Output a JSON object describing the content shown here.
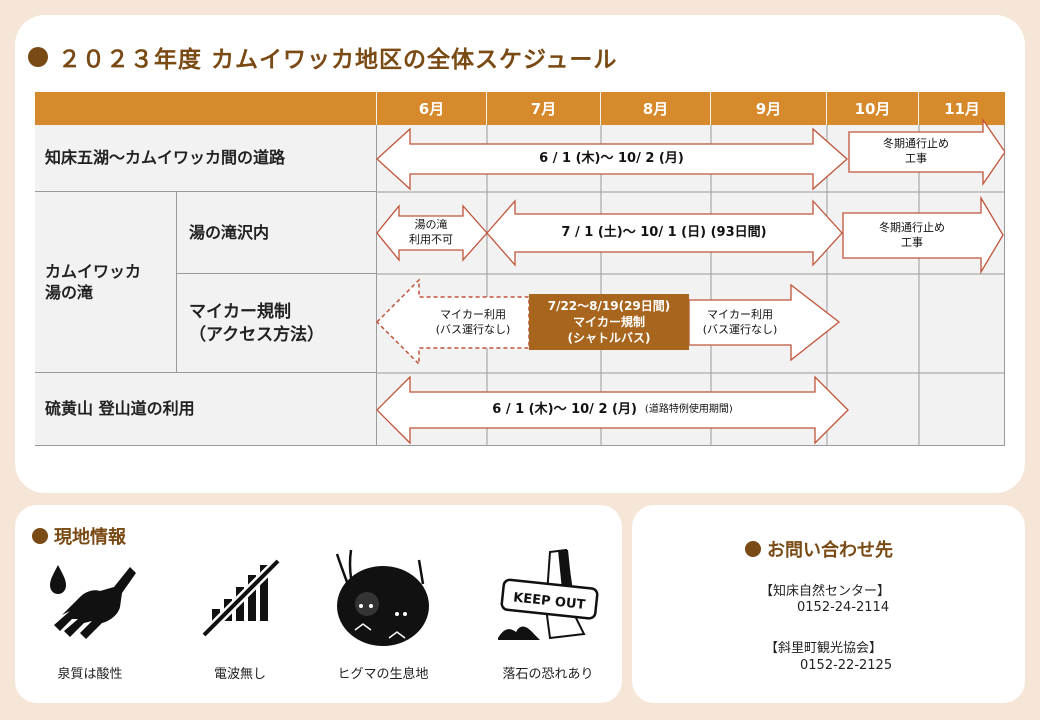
{
  "title": "２０２３年度 カムイワッカ地区の全体スケジュール",
  "months": [
    "6月",
    "7月",
    "8月",
    "9月",
    "10月",
    "11月"
  ],
  "rows": {
    "road": "知床五湖～カムイワッカ間の道路",
    "kamuiwakka": "カムイワッカ\n湯の滝",
    "yunotaki": "湯の滝沢内",
    "mycar": "マイカー規制\n（アクセス方法）",
    "iozan": "硫黄山 登山道の利用"
  },
  "arrows": {
    "road_period": "6 / 1 (木)～ 10/ 2 (月)",
    "road_winter": "冬期通行止め\n工事",
    "yunotaki_closed": "湯の滝\n利用不可",
    "yunotaki_period": "7 / 1 (土)～ 10/ 1 (日) (93日間)",
    "yunotaki_winter": "冬期通行止め\n工事",
    "mycar_before": "マイカー利用\n(バス運行なし)",
    "shuttle_period": "7/22～8/19(29日間)",
    "shuttle_title": "マイカー規制",
    "shuttle_sub": "(シャトルバス)",
    "mycar_after": "マイカー利用\n(バス運行なし)",
    "iozan_period": "6 / 1 (木)～ 10/ 2 (月)",
    "iozan_note": "(道路特例使用期間)"
  },
  "info": {
    "title": "現地情報",
    "items": [
      {
        "icon": "acid-hand-icon",
        "caption": "泉質は酸性"
      },
      {
        "icon": "no-signal-icon",
        "caption": "電波無し"
      },
      {
        "icon": "bear-icon",
        "caption": "ヒグマの生息地"
      },
      {
        "icon": "falling-rock-icon",
        "caption": "落石の恐れあり",
        "sign_text": "KEEP OUT"
      }
    ]
  },
  "contact": {
    "title": "お問い合わせ先",
    "org1": "【知床自然センター】",
    "tel1": "0152-24-2114",
    "org2": "【斜里町観光協会】",
    "tel2": "0152-22-2125"
  },
  "colors": {
    "background": "#f5e6d8",
    "header": "#d68a2b",
    "accent_brown": "#7a4a14",
    "arrow_border": "#c0543a",
    "shuttle_box": "#a8651d"
  }
}
